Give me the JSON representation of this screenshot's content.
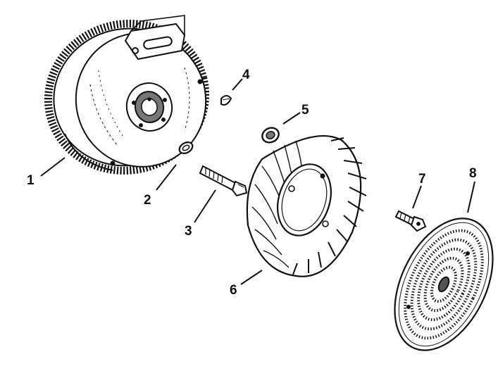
{
  "diagram": {
    "type": "exploded-parts-diagram",
    "colors": {
      "line": "#111111",
      "paper": "#ffffff",
      "shade": "#555555"
    },
    "parts": [
      {
        "callout": "1",
        "part": "flywheel"
      },
      {
        "callout": "2",
        "part": "washer"
      },
      {
        "callout": "3",
        "part": "bolt"
      },
      {
        "callout": "4",
        "part": "key"
      },
      {
        "callout": "5",
        "part": "nut"
      },
      {
        "callout": "6",
        "part": "fan"
      },
      {
        "callout": "7",
        "part": "screw"
      },
      {
        "callout": "8",
        "part": "screen"
      }
    ]
  }
}
